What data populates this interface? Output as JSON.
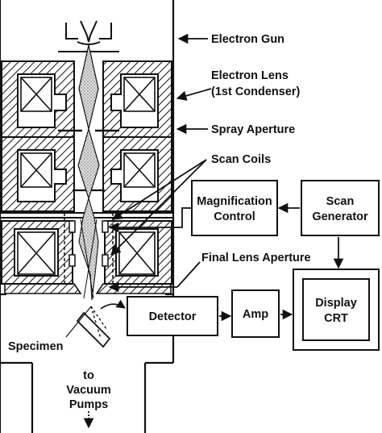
{
  "labels": {
    "electron_gun": "Electron Gun",
    "electron_lens_line1": "Electron Lens",
    "electron_lens_line2": "(1st Condenser)",
    "spray_aperture": "Spray Aperture",
    "scan_coils": "Scan Coils",
    "final_lens_aperture": "Final Lens Aperture",
    "specimen": "Specimen",
    "to_vacuum_pumps_line1": "to",
    "to_vacuum_pumps_line2": "Vacuum",
    "to_vacuum_pumps_line3": "Pumps"
  },
  "boxes": {
    "magnification_control_line1": "Magnification",
    "magnification_control_line2": "Control",
    "scan_generator_line1": "Scan",
    "scan_generator_line2": "Generator",
    "detector": "Detector",
    "amp": "Amp",
    "display_crt_line1": "Display",
    "display_crt_line2": "CRT"
  },
  "colors": {
    "ink": "#111111",
    "hatch": "#222222",
    "beam_fill": "#cfcfcf",
    "background": "#ffffff"
  }
}
